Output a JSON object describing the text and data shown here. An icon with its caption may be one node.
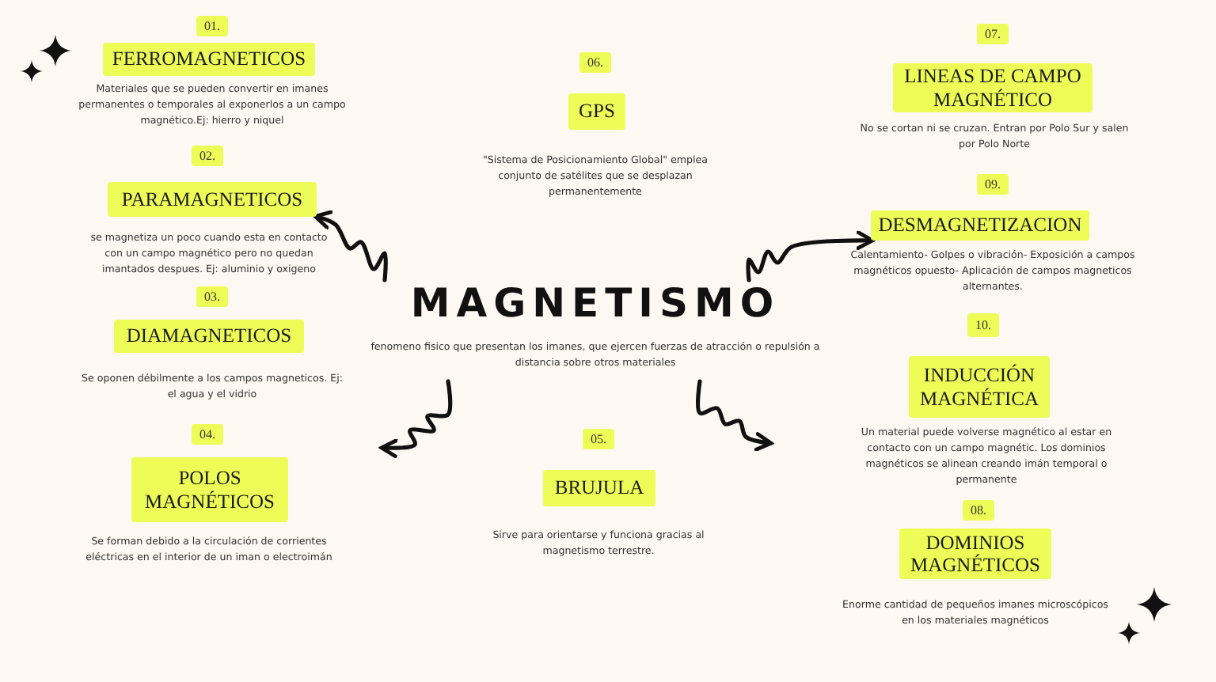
{
  "diagram": {
    "nodes": [
      {
        "text": [
          "01."
        ]
      },
      {
        "text": [
          "FERROMAGNETICOS"
        ],
        "beside": [
          "Materiales que se pueden convertir en imanes permanentes o temporales al exponerlos a un campo magnético.Ej: hierro y niquel"
        ]
      },
      {
        "text": [
          "02."
        ]
      },
      {
        "text": [
          "PARAMAGNETICOS"
        ],
        "beside": [
          "se magnetiza un poco cuando esta en contacto con un campo magnético pero no quedan imantados despues. Ej: aluminio y oxigeno"
        ]
      },
      {
        "text": [
          "03."
        ]
      },
      {
        "text": [
          "DIAMAGNETICOS"
        ],
        "beside": [
          "Se oponen débilmente a los campos magneticos. Ej: el agua y el vidrio"
        ]
      },
      {
        "text": [
          "04."
        ]
      },
      {
        "text": [
          "POLOS MAGNÉTICOS"
        ],
        "beside": [
          "Se forman debido a la circulación de corrientes eléctricas en el interior de un iman o electroimán"
        ]
      },
      {
        "text": [
          "06."
        ]
      },
      {
        "text": [
          "GPS"
        ],
        "beside": [
          "\"Sistema de Posicionamiento Global\" emplea conjunto de satélites que se desplazan permanentemente"
        ]
      },
      {
        "text": [
          "MAGNETISMO"
        ],
        "beside": [
          "fenomeno fisico que presentan los imanes, que ejercen fuerzas de atracción o repulsión a distancia sobre otros materiales"
        ]
      },
      {
        "text": [
          "05."
        ]
      },
      {
        "text": [
          "BRUJULA"
        ],
        "beside": [
          "Sirve para orientarse y funciona gracias al magnetismo terrestre."
        ]
      },
      {
        "text": [
          "07."
        ]
      },
      {
        "text": [
          "LINEAS DE CAMPO MAGNÉTICO"
        ],
        "beside": [
          "No se cortan ni se cruzan. Entran por Polo Sur y salen por Polo Norte"
        ]
      },
      {
        "text": [
          "09."
        ]
      },
      {
        "text": [
          "DESMAGNETIZACION"
        ],
        "beside": [
          "Calentamiento- Golpes o vibración- Exposición a campos magnéticos opuesto- Aplicación de campos magneticos alternantes."
        ]
      },
      {
        "text": [
          "10."
        ]
      },
      {
        "text": [
          "INDUCCIÓN MAGNÉTICA"
        ],
        "beside": [
          "Un material puede volverse magnético al estar en contacto con un campo magnétic. Los dominios magnéticos se alinean creando imán temporal o permanente"
        ]
      },
      {
        "text": [
          "08."
        ]
      },
      {
        "text": [
          "DOMINIOS MAGNÉTICOS"
        ],
        "beside": [
          "Enorme cantidad de pequeños imanes microscópicos en los materiales magnéticos"
        ]
      }
    ],
    "edges": [
      {
        "from": 10,
        "to": 3,
        "arrow": "to"
      },
      {
        "from": 10,
        "to": 16,
        "arrow": "to"
      },
      {
        "from": 10,
        "to": null,
        "arrow": "to"
      },
      {
        "from": 10,
        "to": null,
        "arrow": "to"
      }
    ]
  }
}
